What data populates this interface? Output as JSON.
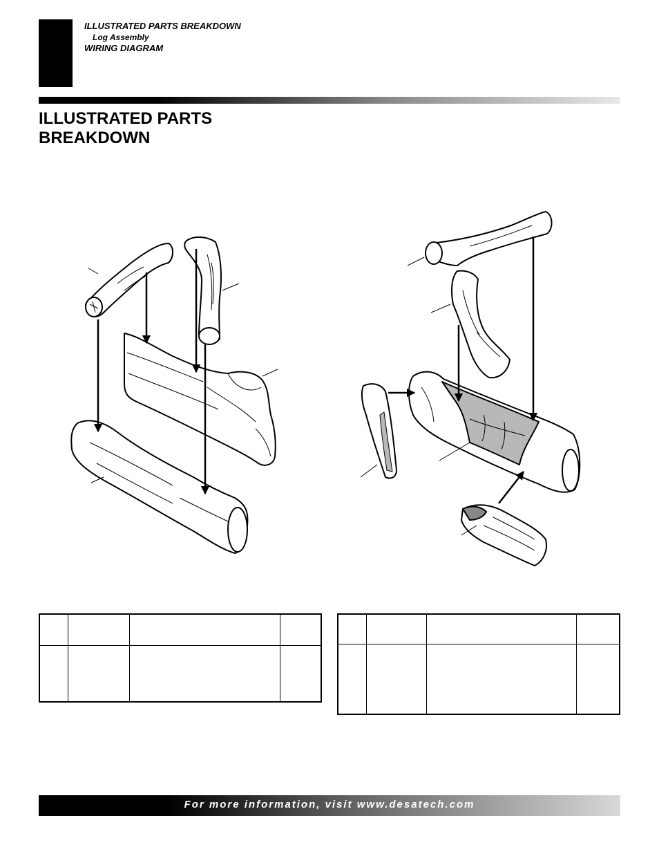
{
  "sidebar": {
    "items": [
      {
        "label": "ILLUSTRATED PARTS BREAKDOWN"
      },
      {
        "label": "Log Assembly"
      },
      {
        "label": "WIRING DIAGRAM"
      }
    ]
  },
  "main": {
    "title": "ILLUSTRATED PARTS BREAKDOWN"
  },
  "footer": {
    "text": "For more information, visit www.desatech.com"
  }
}
